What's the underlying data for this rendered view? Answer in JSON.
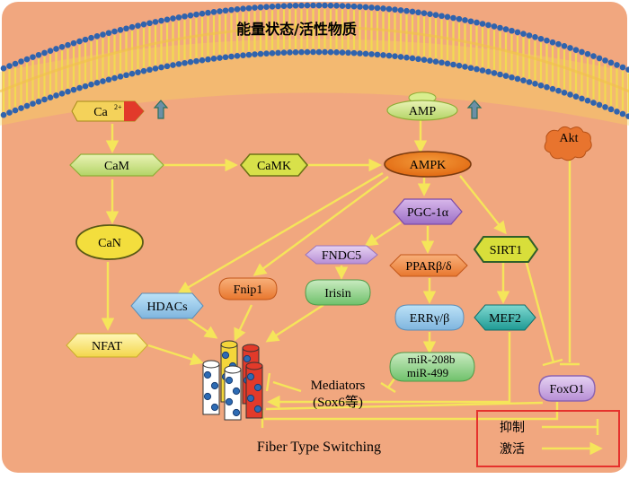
{
  "title": "能量状态/活性物质",
  "nodes": {
    "ca": "Ca",
    "ca_sup": "2+",
    "amp": "AMP",
    "cam": "CaM",
    "camk": "CaMK",
    "ampk": "AMPK",
    "akt": "Akt",
    "pgc1a": "PGC-1α",
    "can": "CaN",
    "fndc5": "FNDC5",
    "ppar": "PPARβ/δ",
    "sirt1": "SIRT1",
    "fnip1": "Fnip1",
    "irisin": "Irisin",
    "hdacs": "HDACs",
    "err": "ERRγ/β",
    "mef2": "MEF2",
    "nfat": "NFAT",
    "mir208b": "miR-208b",
    "mir499": "miR-499",
    "foxo1": "FoxO1"
  },
  "mediators": {
    "line1": "Mediators",
    "line2": "(Sox6等)"
  },
  "fiber_label": "Fiber Type Switching",
  "legend": {
    "inhibit": "抑制",
    "activate": "激活"
  },
  "colors": {
    "background": "#F1A77F",
    "arrow": "#F5E55A",
    "legend_border": "#E5322D"
  }
}
